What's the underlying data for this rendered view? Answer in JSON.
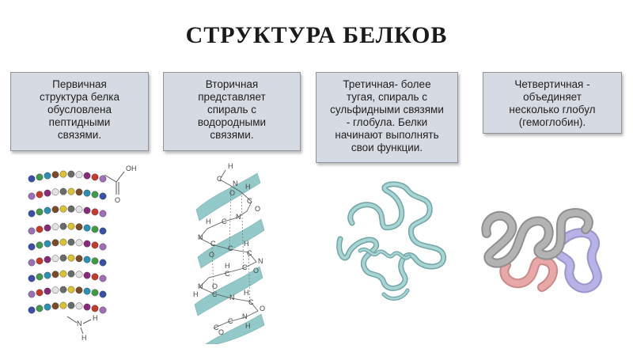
{
  "title": "СТРУКТУРА БЕЛКОВ",
  "boxes": [
    {
      "lines": [
        "Первичная",
        "структура белка",
        "обусловлена",
        "пептидными",
        "связями."
      ]
    },
    {
      "lines": [
        "Вторичная",
        "представляет",
        "спираль с",
        "водородными",
        "связями."
      ]
    },
    {
      "lines": [
        "Третичная- более",
        "тугая, спираль с",
        "сульфидными связями",
        "- глобула. Белки",
        "начинают выполнять",
        "свои функции."
      ]
    },
    {
      "lines": [
        "Четвертичная -",
        "объединяет",
        "несколько глобул",
        "(гемоглобин)."
      ]
    }
  ],
  "chem": {
    "oh": "OH",
    "o": "O",
    "n": "N",
    "h": "H",
    "c": "C"
  },
  "colors": {
    "bead_palette": [
      "#3b4fa8",
      "#8a2b7a",
      "#d9c233",
      "#3f9a4a",
      "#c43a2e",
      "#6b6b6b",
      "#2c8fb5",
      "#9d6fb8",
      "#e3e3e3",
      "#7a4a2a"
    ],
    "helix_ribbon": "#8fc7c7",
    "tertiary_ribbon": "#8fc3c3",
    "globule_gray": "#b3b3b3",
    "globule_pink": "#e8a8a8",
    "globule_lilac": "#b7b3e6"
  }
}
